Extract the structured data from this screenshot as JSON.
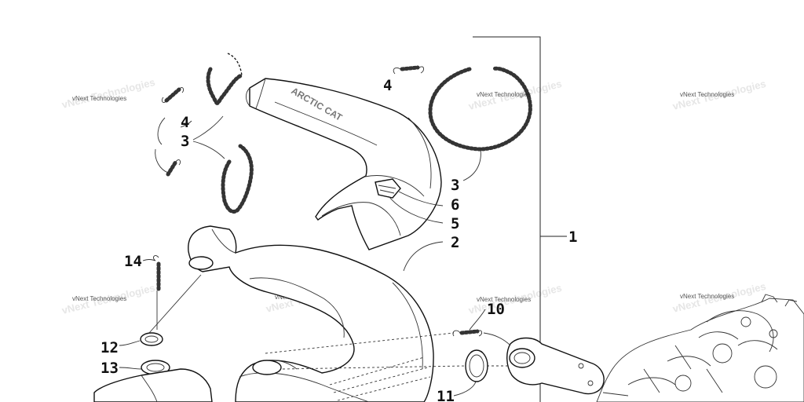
{
  "diagram": {
    "callouts": [
      {
        "id": "callout-1",
        "text": "1"
      },
      {
        "id": "callout-2",
        "text": "2"
      },
      {
        "id": "callout-3-left",
        "text": "3"
      },
      {
        "id": "callout-3-right",
        "text": "3"
      },
      {
        "id": "callout-4-left",
        "text": "4"
      },
      {
        "id": "callout-4-top",
        "text": "4"
      },
      {
        "id": "callout-5",
        "text": "5"
      },
      {
        "id": "callout-6",
        "text": "6"
      },
      {
        "id": "callout-10",
        "text": "10"
      },
      {
        "id": "callout-11",
        "text": "11"
      },
      {
        "id": "callout-12",
        "text": "12"
      },
      {
        "id": "callout-13",
        "text": "13"
      },
      {
        "id": "callout-14",
        "text": "14"
      }
    ],
    "watermark": "vNext Technologies",
    "shield_text": "ARCTIC CAT"
  }
}
